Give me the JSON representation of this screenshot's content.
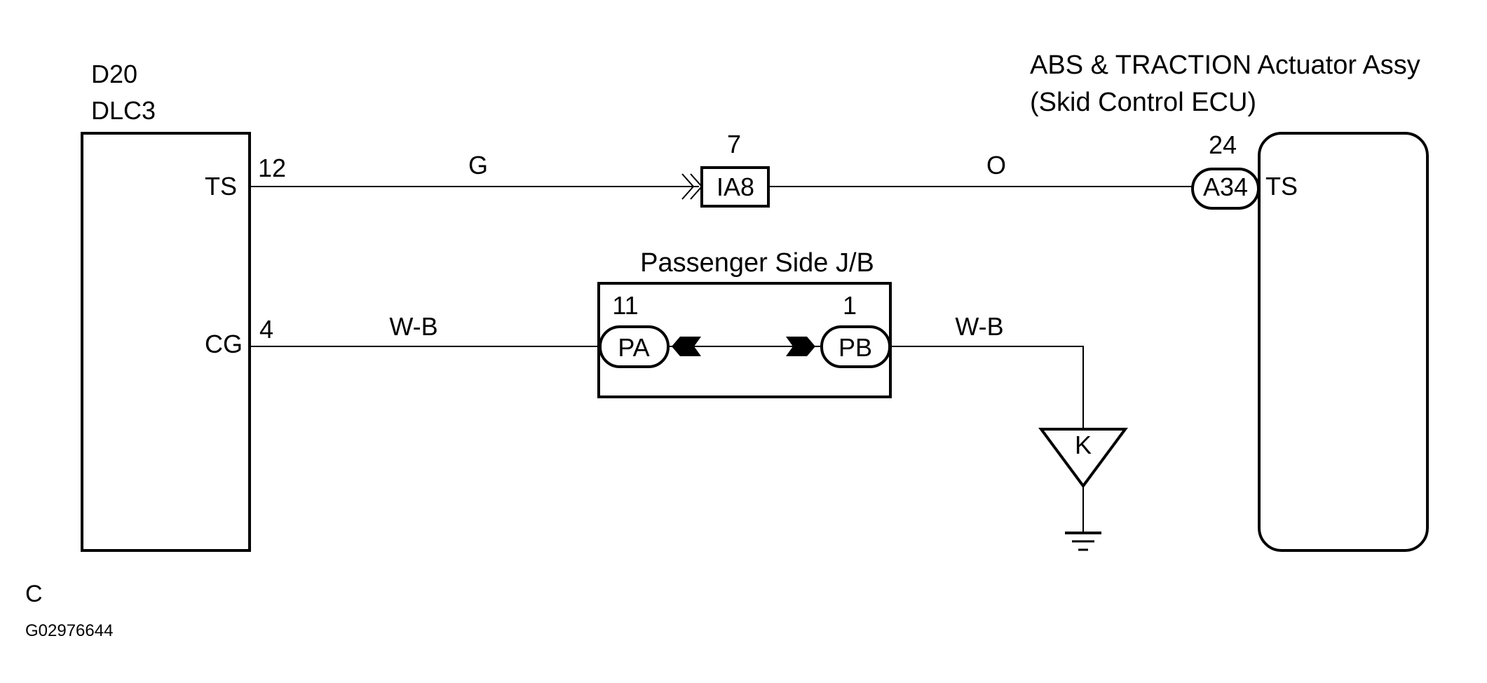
{
  "left_component": {
    "code": "D20",
    "name": "DLC3",
    "pins": [
      {
        "label": "TS",
        "number": "12"
      },
      {
        "label": "CG",
        "number": "4"
      }
    ]
  },
  "right_component": {
    "name_line1": "ABS & TRACTION Actuator Assy",
    "name_line2": "(Skid Control ECU)",
    "connector": "A34",
    "pin_number": "24",
    "pin_label": "TS"
  },
  "wires": {
    "ts_left_color": "G",
    "ts_right_color": "O",
    "cg_left_color": "W-B",
    "cg_right_color": "W-B"
  },
  "inline_connector": {
    "code": "IA8",
    "pin": "7"
  },
  "junction_block": {
    "title": "Passenger Side J/B",
    "left_connector": "PA",
    "left_pin": "11",
    "right_connector": "PB",
    "right_pin": "1"
  },
  "ground_point": {
    "label": "K"
  },
  "footer": {
    "letter": "C",
    "figure_id": "G02976644"
  }
}
